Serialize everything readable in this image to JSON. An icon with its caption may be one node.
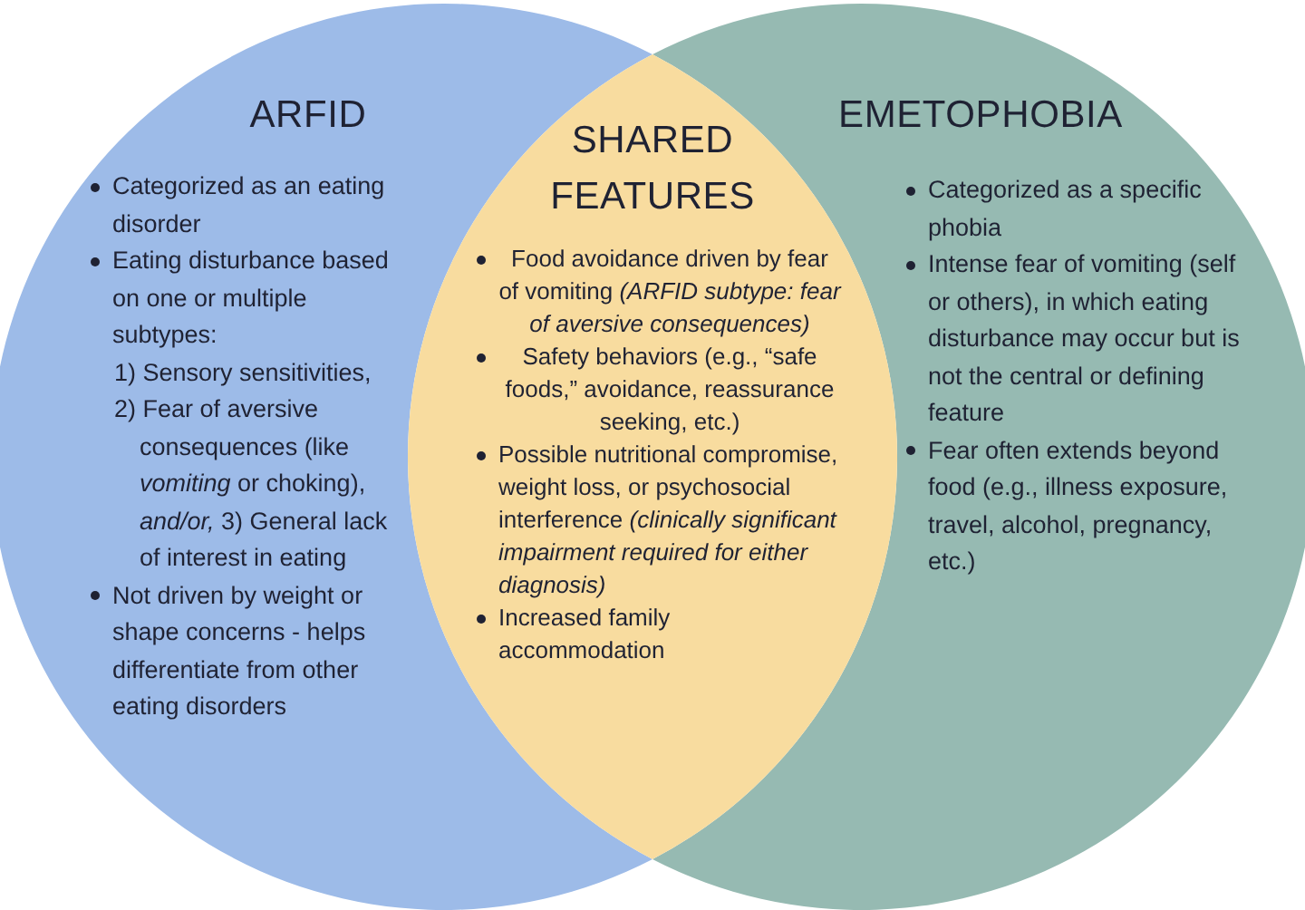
{
  "diagram": {
    "nodes": [
      {
        "text": [
          "ARFID",
          "Categorized as an eating disorder",
          "Eating disturbance based on one or multiple subtypes:",
          "1) Sensory sensitivities,",
          "2) Fear of aversive consequences (like *vomiting* or choking), *and/or,* 3) General lack of interest in eating",
          "Not driven by weight or shape concerns - helps differentiate from other eating disorders"
        ]
      },
      {
        "text": [
          "SHARED FEATURES",
          "Food avoidance driven by fear of vomiting *(ARFID subtype: fear of aversive consequences)*",
          "Safety behaviors (e.g., “safe foods,” avoidance, reassurance seeking, etc.)",
          "Possible nutritional compromise, weight loss, or psychosocial interference *(clinically significant impairment required for either diagnosis)*",
          "Increased family accommodation"
        ]
      },
      {
        "text": [
          "EMETOPHOBIA",
          "Categorized as a specific phobia",
          "Intense fear of vomiting (self or others), in which eating disturbance may occur but is not the central or defining feature",
          "Fear often extends beyond food (e.g., illness exposure, travel, alcohol, pregnancy, etc.)"
        ]
      }
    ]
  }
}
